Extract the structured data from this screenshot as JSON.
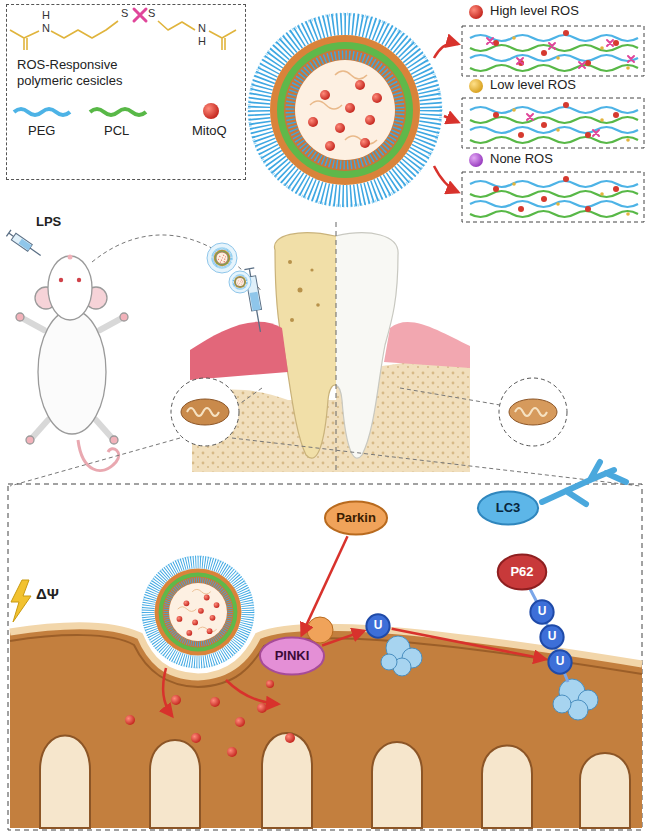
{
  "diagram": {
    "nodes": [
      {
        "text": [
          "ROS-Responsive polymeric cesicles"
        ]
      },
      {
        "text": [
          "Parkin"
        ]
      },
      {
        "text": [
          "PINKI"
        ]
      },
      {
        "text": [
          "U"
        ]
      },
      {
        "text": [
          "LC3"
        ]
      },
      {
        "text": [
          "P62"
        ]
      },
      {
        "text": [
          "U"
        ]
      },
      {
        "text": [
          "U"
        ]
      },
      {
        "text": [
          "U"
        ]
      }
    ],
    "edges": [
      {
        "from": 1,
        "to": 2,
        "arrow": "to"
      },
      {
        "from": 2,
        "to": 3,
        "arrow": "to"
      },
      {
        "from": 3,
        "to": 8,
        "arrow": "to"
      }
    ],
    "labels": [
      "H",
      "N",
      "S",
      "S",
      "N",
      "H",
      "High level ROS",
      "Low level ROS",
      "None ROS",
      "LPS",
      "ΔΨ"
    ],
    "legend": [
      {
        "text": "PEG"
      },
      {
        "text": "PCL"
      },
      {
        "text": "MitoQ"
      }
    ]
  }
}
